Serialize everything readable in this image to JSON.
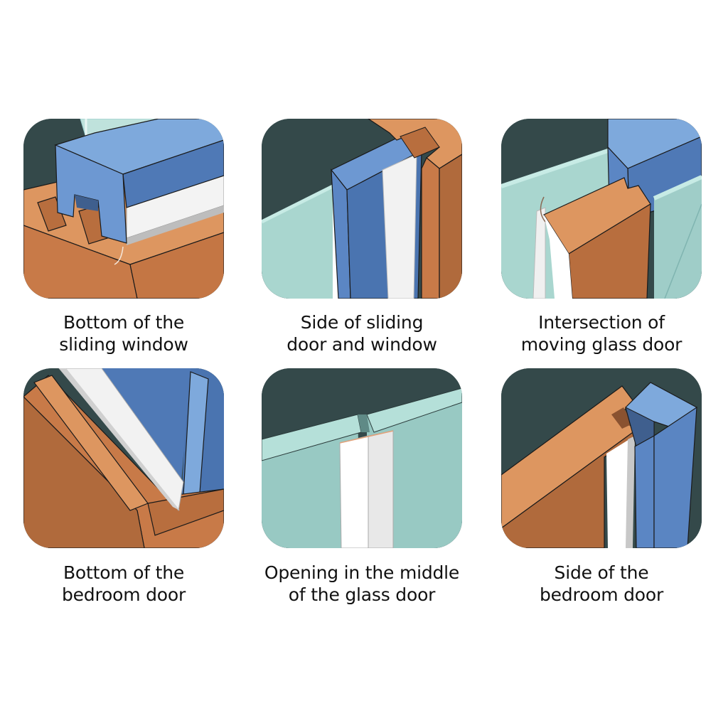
{
  "colors": {
    "background": "#ffffff",
    "dark_bg": "#34494a",
    "wood_light": "#dd9660",
    "wood_mid": "#c87a48",
    "wood_dark": "#b06a3c",
    "blue_light": "#7ea9dc",
    "blue_mid": "#5b86c4",
    "blue_dark": "#4a74b0",
    "glass": "#a9d6cf",
    "glass_dark": "#95c6be",
    "seal": "#f2f2f2",
    "outline": "#1a1a1a",
    "caption_text": "#111111"
  },
  "panels": [
    {
      "id": "bottom-sliding-window",
      "caption_line1": "Bottom of the",
      "caption_line2": "sliding window"
    },
    {
      "id": "side-sliding-door-window",
      "caption_line1": "Side of sliding",
      "caption_line2": "door and window"
    },
    {
      "id": "intersection-moving-glass-door",
      "caption_line1": "Intersection of",
      "caption_line2": "moving glass door"
    },
    {
      "id": "bottom-bedroom-door",
      "caption_line1": "Bottom of the",
      "caption_line2": "bedroom door"
    },
    {
      "id": "opening-middle-glass-door",
      "caption_line1": "Opening in the middle",
      "caption_line2": "of the glass door"
    },
    {
      "id": "side-bedroom-door",
      "caption_line1": "Side of the",
      "caption_line2": "bedroom door"
    }
  ]
}
